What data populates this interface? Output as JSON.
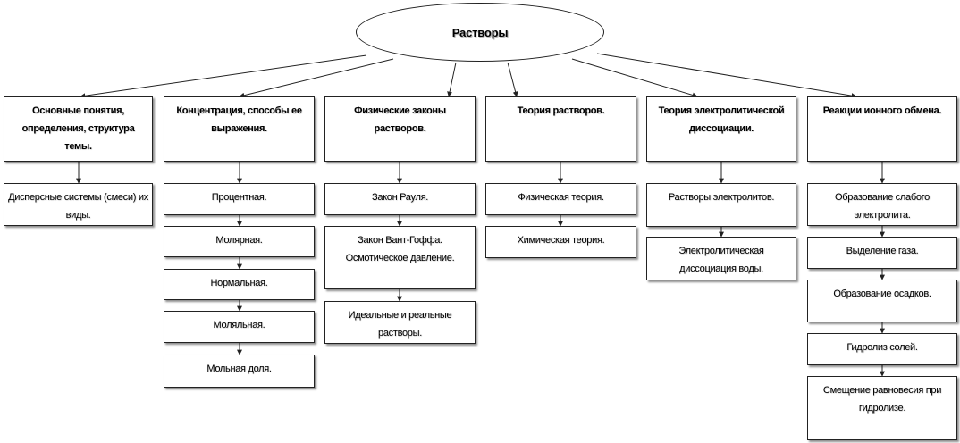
{
  "root": {
    "label": "Растворы"
  },
  "columns": [
    {
      "heading": "Основные понятия, определения, структура темы.",
      "items": [
        "Дисперсные системы (смеси) их виды."
      ]
    },
    {
      "heading": "Концентрация, способы ее выражения.",
      "items": [
        "Процентная.",
        "Молярная.",
        "Нормальная.",
        "Моляльная.",
        "Мольная доля."
      ]
    },
    {
      "heading": "Физические законы растворов.",
      "items": [
        "Закон Рауля.",
        "Закон Вант-Гоффа. Осмотическое давление.",
        "Идеальные и реальные растворы."
      ]
    },
    {
      "heading": "Теория растворов.",
      "items": [
        "Физическая теория.",
        "Химическая теория."
      ]
    },
    {
      "heading": "Теория электролитической диссоциации.",
      "items": [
        "Растворы электролитов.",
        "Электролитическая диссоциация воды."
      ]
    },
    {
      "heading": "Реакции ионного обмена.",
      "items": [
        "Образование слабого электролита.",
        "Выделение газа.",
        "Образование осадков.",
        "Гидролиз солей.",
        "Смещение равновесия при гидролизе."
      ]
    }
  ],
  "colors": {
    "line": "#222222",
    "text": "#000000",
    "background": "#ffffff"
  }
}
